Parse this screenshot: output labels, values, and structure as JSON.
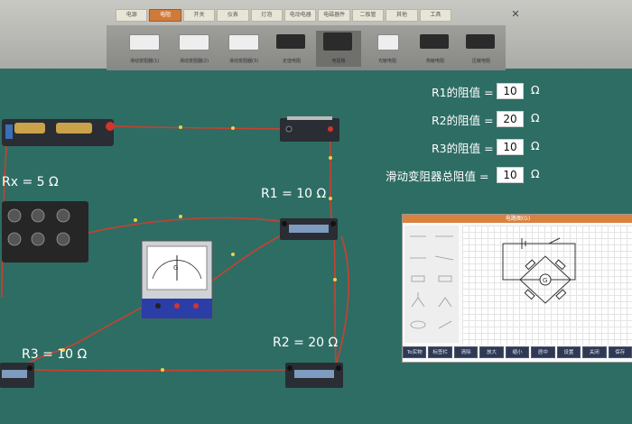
{
  "menu": {
    "tabs": [
      "电源",
      "电阻",
      "开关",
      "仪表",
      "灯泡",
      "电动电器",
      "电磁器件",
      "二极管",
      "其他",
      "工具"
    ],
    "active_index": 1
  },
  "tray": {
    "items": [
      {
        "label": "滑动变阻器(1)",
        "icon": "slider-rheostat-icon"
      },
      {
        "label": "滑动变阻器(2)",
        "icon": "slider-rheostat-icon"
      },
      {
        "label": "滑动变阻器(3)",
        "icon": "slider-rheostat-icon"
      },
      {
        "label": "定值电阻",
        "icon": "fixed-resistor-icon"
      },
      {
        "label": "电阻箱",
        "icon": "resistance-box-icon"
      },
      {
        "label": "光敏电阻",
        "icon": "photoresistor-icon"
      },
      {
        "label": "热敏电阻",
        "icon": "thermistor-icon"
      },
      {
        "label": "压敏电阻",
        "icon": "varistor-icon"
      }
    ]
  },
  "settings": {
    "rows": [
      {
        "label": "R1的阻值 =",
        "value": "10",
        "unit": "Ω"
      },
      {
        "label": "R2的阻值 =",
        "value": "20",
        "unit": "Ω"
      },
      {
        "label": "R3的阻值 =",
        "value": "10",
        "unit": "Ω"
      },
      {
        "label": "滑动变阻器总阻值 =",
        "value": "10",
        "unit": "Ω"
      }
    ]
  },
  "circuit_labels": {
    "rx": "Rx = 5 Ω",
    "r1": "R1 = 10 Ω",
    "r2": "R2 = 20 Ω",
    "r3": "R3 = 10 Ω",
    "galvanometer_letter": "G"
  },
  "diagram_panel": {
    "title": "电路图(G)",
    "buttons": [
      "To实物",
      "标签栏",
      "清除",
      "放大",
      "缩小",
      "居中",
      "设置",
      "关闭",
      "保存"
    ]
  },
  "colors": {
    "board": "#2e6d64",
    "wire": "#c9412f",
    "accent": "#d9813e"
  }
}
